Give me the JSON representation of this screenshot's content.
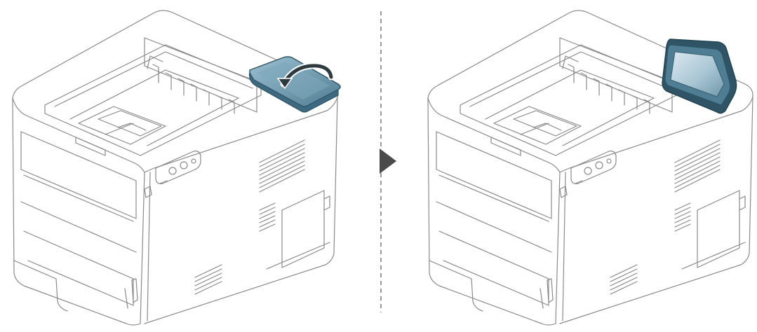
{
  "figure": {
    "panels": [
      {
        "name": "before",
        "state": "control panel lying flat"
      },
      {
        "name": "after",
        "state": "control panel lifted upright"
      }
    ],
    "colors": {
      "outline": "#8a8a8a",
      "panel_blue": "#4f7d93",
      "panel_dark": "#2e5466",
      "screen_light": "#b9d2de",
      "arrow_fill": "#4a4a4a",
      "divider": "#555555"
    },
    "icons": {
      "rotate_arrow": "curved-arrow-icon",
      "step_arrow": "triangle-right-icon"
    }
  }
}
